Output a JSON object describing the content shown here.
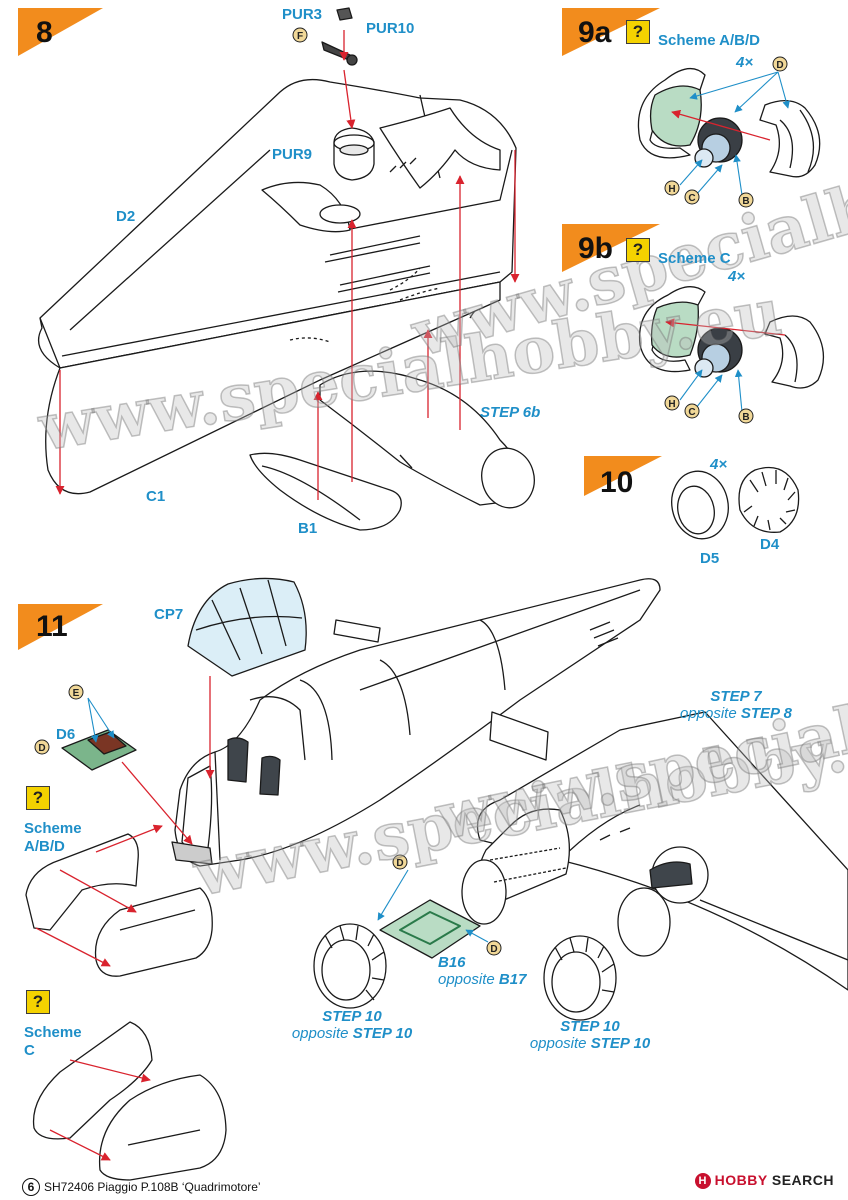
{
  "steps": {
    "s8": "8",
    "s9a": "9a",
    "s9b": "9b",
    "s10": "10",
    "s11": "11"
  },
  "schemes": {
    "abd": "Scheme A/B/D",
    "c": "Scheme C",
    "abd_l1": "Scheme",
    "abd_l2": "A/B/D",
    "c_l1": "Scheme",
    "c_l2": "C"
  },
  "parts": {
    "pur3": "PUR3",
    "pur10": "PUR10",
    "pur9": "PUR9",
    "d2": "D2",
    "c1": "C1",
    "b1": "B1",
    "step6b": "STEP 6b",
    "d5": "D5",
    "d4": "D4",
    "cp7": "CP7",
    "d6": "D6",
    "b16": "B16",
    "opp_b17_word": "opposite",
    "opp_b17_part": "B17"
  },
  "multipliers": {
    "m9a": "4×",
    "m9b": "4×",
    "m10": "4×"
  },
  "paint_codes": [
    "F",
    "D",
    "H",
    "C",
    "B",
    "E"
  ],
  "refs": {
    "step7_a": "STEP 7",
    "step7_b_word": "opposite",
    "step7_b_step": "STEP 8",
    "step10l_a": "STEP 10",
    "step10l_b_word": "opposite",
    "step10l_b_step": "STEP 10",
    "step10r_a": "STEP 10",
    "step10r_b_word": "opposite",
    "step10r_b_step": "STEP 10"
  },
  "watermark": "www.specialhobby.eu",
  "footer": {
    "page": "6",
    "text": "SH72406  Piaggio P.108B ‘Quadrimotore’"
  },
  "credit": {
    "brand": "HOBBY",
    "suffix": "SEARCH"
  },
  "colors": {
    "label_blue": "#1f8fc8",
    "arrow_red": "#d9232e",
    "step_orange": "#f28c1d",
    "interior_green": "#b9dcc4",
    "canopy_blue": "#dbeef7",
    "question_yellow": "#f4d200"
  }
}
